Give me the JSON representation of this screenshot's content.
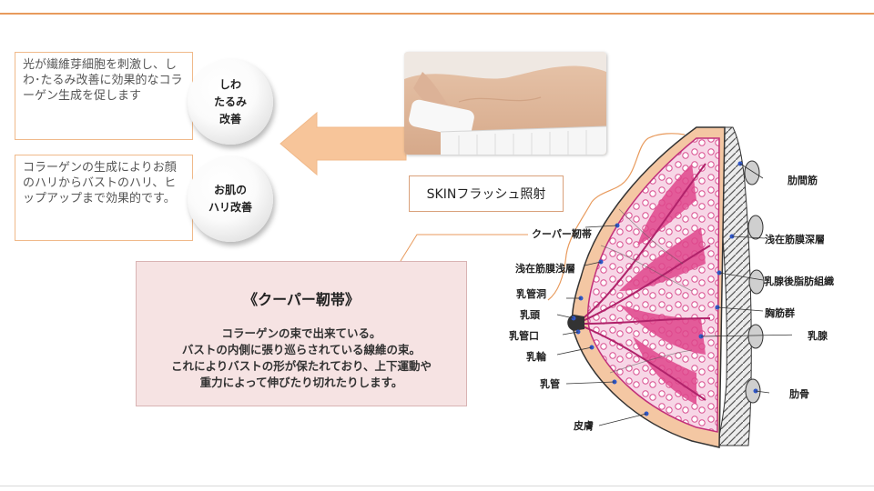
{
  "header": {
    "partial_text": ""
  },
  "effects": [
    {
      "description": "光が繊維芽細胞を刺激し、しわ･たるみ改善に効果的なコラーゲン生成を促します",
      "badge_lines": [
        "しわ",
        "たるみ",
        "改善"
      ]
    },
    {
      "description": "コラーゲンの生成によりお顔のハリからバストのハリ、ヒップアップまで効果的です。",
      "badge_lines": [
        "お肌の",
        "ハリ改善"
      ]
    }
  ],
  "photo": {
    "caption": "SKINフラッシュ照射"
  },
  "cooper": {
    "title": "《クーパー靭帯》",
    "body_lines": [
      "コラーゲンの束で出来ている。",
      "バストの内側に張り巡らされている線維の束。",
      "これによりバストの形が保たれており、上下運動や",
      "重力によって伸びたり切れたりします。"
    ]
  },
  "diagram_labels": {
    "left": [
      "クーパー靭帯",
      "浅在筋膜浅層",
      "乳管洞",
      "乳頭",
      "乳管口",
      "乳輪",
      "乳管",
      "皮膚"
    ],
    "right": [
      "肋間筋",
      "浅在筋膜深層",
      "乳腺後脂肪組織",
      "胸筋群",
      "乳腺",
      "肋骨"
    ]
  },
  "colors": {
    "accent": "#e89a5c",
    "box_border": "#f0b98a",
    "arrow_fill": "#f7c59a",
    "cooper_bg": "#f6e3e3",
    "tissue_pink": "#e0468c"
  }
}
